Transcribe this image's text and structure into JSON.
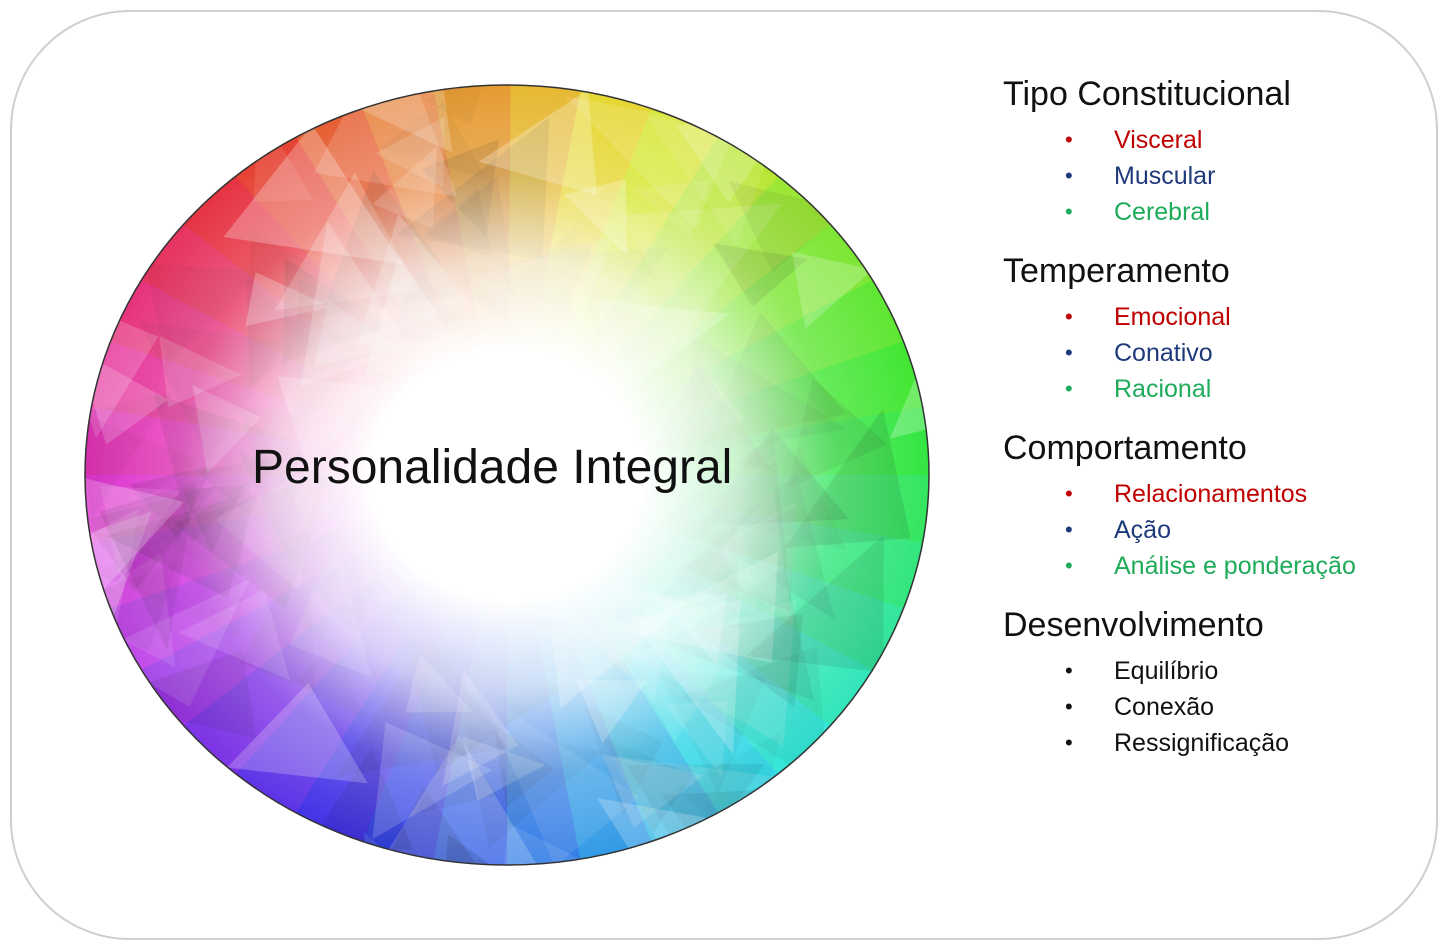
{
  "diagram": {
    "center_label": "Personalidade Integral",
    "sections": [
      {
        "title": "Tipo Constitucional",
        "items": [
          {
            "label": "Visceral",
            "color": "#c00000"
          },
          {
            "label": "Muscular",
            "color": "#1f3a7a"
          },
          {
            "label": "Cerebral",
            "color": "#1eab5a"
          }
        ]
      },
      {
        "title": "Temperamento",
        "items": [
          {
            "label": "Emocional",
            "color": "#c00000"
          },
          {
            "label": "Conativo",
            "color": "#1f3a7a"
          },
          {
            "label": "Racional",
            "color": "#1eab5a"
          }
        ]
      },
      {
        "title": "Comportamento",
        "items": [
          {
            "label": "Relacionamentos",
            "color": "#c00000"
          },
          {
            "label": "Ação",
            "color": "#1f3a7a"
          },
          {
            "label": "Análise e ponderação",
            "color": "#1eab5a"
          }
        ]
      },
      {
        "title": "Desenvolvimento",
        "items": [
          {
            "label": "Equilíbrio",
            "color": "#111111"
          },
          {
            "label": "Conexão",
            "color": "#111111"
          },
          {
            "label": "Ressignificação",
            "color": "#111111"
          }
        ]
      }
    ]
  }
}
